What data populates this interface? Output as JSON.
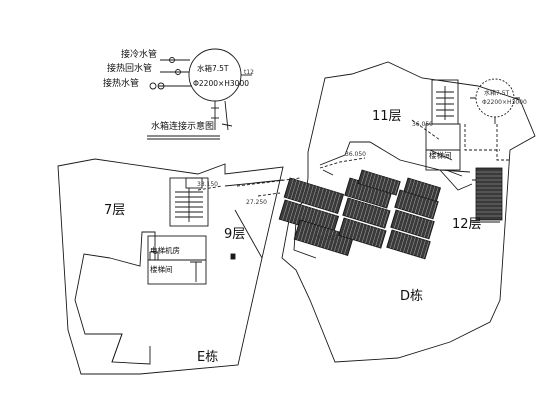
{
  "legend": {
    "cold_water_in": "接冷水管",
    "hot_water_return": "接热回水管",
    "hot_water_out": "接热水管",
    "tank_volume": "水箱7.5T",
    "tank_size": "Φ2200×H3000",
    "tank_port": "t12",
    "caption": "水箱连接示意图"
  },
  "buildings": {
    "e": "E栋",
    "d": "D栋"
  },
  "floors": {
    "f7": "7层",
    "f9": "9层",
    "f11": "11层",
    "f12": "12层"
  },
  "rooms": {
    "elevator_room": "电梯机房",
    "stair_hall_9": "楼梯间",
    "stair_hall_d": "楼梯间"
  },
  "elevations": {
    "e_stair": "33.150",
    "d_right": "36.050",
    "d_left": "36.050",
    "e_roof": "27.250",
    "d_mid": "36.050"
  },
  "tank_circle": {
    "top": "水箱7.5T",
    "bottom": "Φ2200×H3000"
  },
  "colors": {
    "line": "#1a1a1a",
    "panel_fill": "#3a3a3a",
    "panel_grid": "#bdbdbd"
  }
}
